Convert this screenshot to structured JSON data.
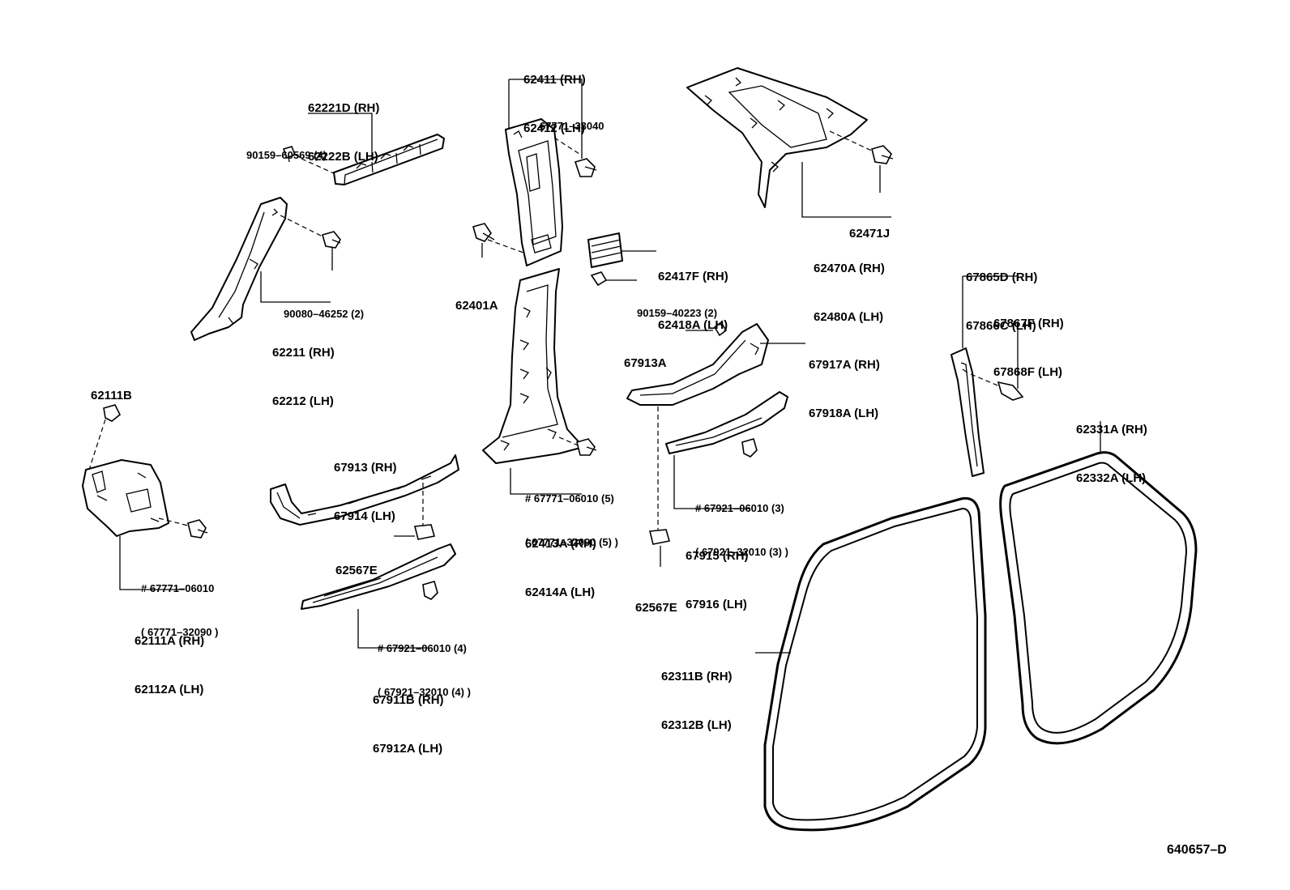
{
  "diagram_ref": "640657–D",
  "labels": [
    {
      "id": "l01",
      "lines": [
        "62411 (RH)",
        "62412 (LH)"
      ]
    },
    {
      "id": "l02",
      "lines": [
        "67771–33040"
      ]
    },
    {
      "id": "l03",
      "lines": [
        "62221D (RH)",
        "62222B (LH)"
      ]
    },
    {
      "id": "l04",
      "lines": [
        "90159–60569 (4)"
      ]
    },
    {
      "id": "l05",
      "lines": [
        "90080–46252 (2)"
      ]
    },
    {
      "id": "l06",
      "lines": [
        "62211 (RH)",
        "62212 (LH)"
      ]
    },
    {
      "id": "l07",
      "lines": [
        "62401A"
      ]
    },
    {
      "id": "l08",
      "lines": [
        "62417F (RH)",
        "62418A (LH)"
      ]
    },
    {
      "id": "l09",
      "lines": [
        "90159–40223 (2)"
      ]
    },
    {
      "id": "l10",
      "lines": [
        "62471J"
      ]
    },
    {
      "id": "l11",
      "lines": [
        "62470A (RH)",
        "62480A (LH)"
      ]
    },
    {
      "id": "l12",
      "lines": [
        "67865D (RH)",
        "67866C (LH)"
      ]
    },
    {
      "id": "l13",
      "lines": [
        "67867F (RH)",
        "67868F (LH)"
      ]
    },
    {
      "id": "l14",
      "lines": [
        "62111B"
      ]
    },
    {
      "id": "l15",
      "lines": [
        "67913A"
      ]
    },
    {
      "id": "l16",
      "lines": [
        "67917A (RH)",
        "67918A (LH)"
      ]
    },
    {
      "id": "l17",
      "lines": [
        "62331A (RH)",
        "62332A (LH)"
      ]
    },
    {
      "id": "l18",
      "lines": [
        "67913 (RH)",
        "67914 (LH)"
      ]
    },
    {
      "id": "l19",
      "lines": [
        "# 67771–06010 (5)",
        "( 67771–32090 (5) )"
      ]
    },
    {
      "id": "l20",
      "lines": [
        "# 67921–06010 (3)",
        "( 67921–32010 (3) )"
      ]
    },
    {
      "id": "l21",
      "lines": [
        "62413A (RH)",
        "62414A (LH)"
      ]
    },
    {
      "id": "l22",
      "lines": [
        "67915 (RH)",
        "67916 (LH)"
      ]
    },
    {
      "id": "l23",
      "lines": [
        "62567E"
      ]
    },
    {
      "id": "l24",
      "lines": [
        "62567E"
      ]
    },
    {
      "id": "l25",
      "lines": [
        "# 67771–06010",
        "( 67771–32090 )"
      ]
    },
    {
      "id": "l26",
      "lines": [
        "62111A (RH)",
        "62112A (LH)"
      ]
    },
    {
      "id": "l27",
      "lines": [
        "# 67921–06010 (4)",
        "( 67921–32010 (4) )"
      ]
    },
    {
      "id": "l28",
      "lines": [
        "67911B (RH)",
        "67912A (LH)"
      ]
    },
    {
      "id": "l29",
      "lines": [
        "62311B (RH)",
        "62312B (LH)"
      ]
    }
  ]
}
